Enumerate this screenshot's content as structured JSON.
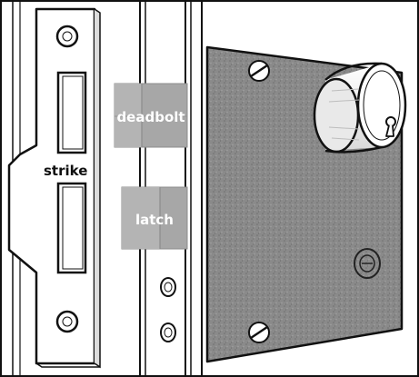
{
  "labels": {
    "deadbolt": "deadbolt",
    "latch": "latch",
    "strike": "strike"
  },
  "colors": {
    "outline": "#111111",
    "paper": "#ffffff",
    "block_fill": "#a7a7a7",
    "block_shadow": "#8c8c8c",
    "lock_body": "#8a8a8a",
    "cylinder": "#f2f2f2",
    "label_text": "#ffffff"
  },
  "icons": [
    "screw-icon",
    "keyhole-icon",
    "mounting-hole-icon"
  ]
}
